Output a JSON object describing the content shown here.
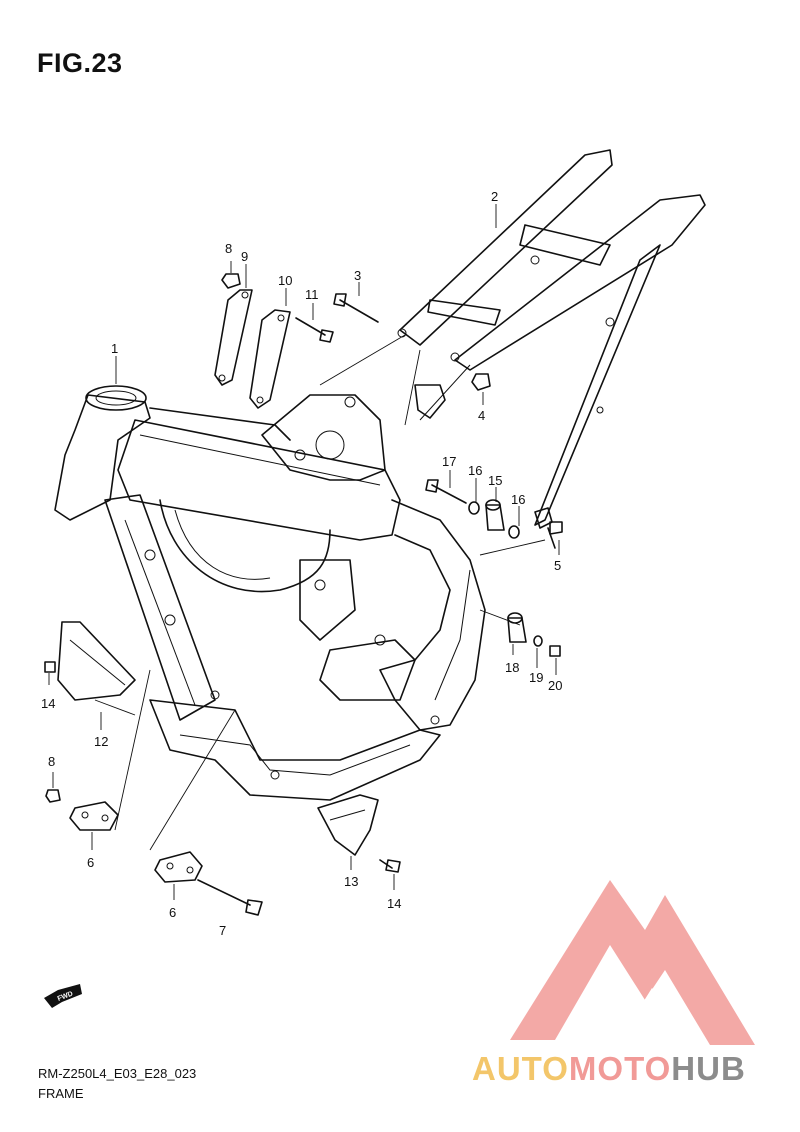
{
  "figure": {
    "title": "FIG.23"
  },
  "callouts": [
    "1",
    "2",
    "3",
    "4",
    "5",
    "6",
    "6",
    "7",
    "8",
    "8",
    "9",
    "10",
    "11",
    "12",
    "13",
    "14",
    "14",
    "15",
    "16",
    "16",
    "17",
    "18",
    "19",
    "20"
  ],
  "footer": {
    "model_code": "RM-Z250L4_E03_E28_023",
    "name": "FRAME"
  },
  "fwd_icon": {
    "text": "FWD"
  },
  "watermark": {
    "brand_part1": "AUTO",
    "brand_part2": "MOTO",
    "brand_part3": "HUB",
    "colors": {
      "part1": "#f3c66a",
      "part2": "#f19a97",
      "part3": "#8c8c8c"
    }
  }
}
